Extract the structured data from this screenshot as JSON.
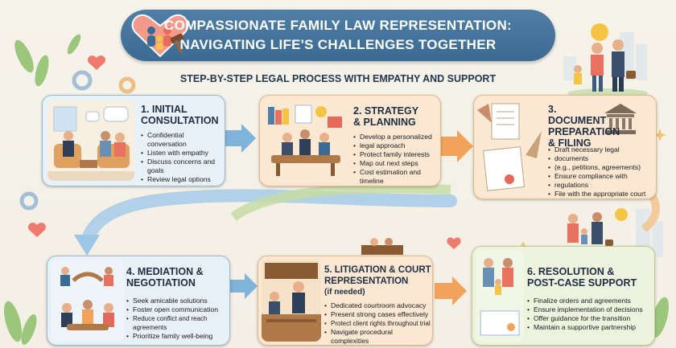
{
  "header": {
    "title_line1": "COMPASSIONATE FAMILY LAW REPRESENTATION:",
    "title_line2": "NAVIGATING LIFE'S CHALLENGES TOGETHER",
    "subtitle": "STEP-BY-STEP LEGAL PROCESS WITH EMPATHY AND SUPPORT"
  },
  "steps": [
    {
      "title_lines": [
        "1. INITIAL",
        "CONSULTATION"
      ],
      "bullets": [
        "Confidential conversation",
        "Listen with empathy",
        "Discuss concerns and goals",
        "Review legal options"
      ]
    },
    {
      "title_lines": [
        "2. STRATEGY",
        "& PLANNING"
      ],
      "bullets": [
        "Develop a personalized",
        "legal approach",
        "Protect family interests",
        "Map out next steps",
        "Cost estimation and timeline"
      ]
    },
    {
      "title_lines": [
        "3. DOCUMENT",
        "PREPARATION",
        "& FILING"
      ],
      "bullets": [
        "Draft necessary legal",
        "documents",
        "(e.g., petitions, agreements)",
        "Ensure compliance with",
        "regulations",
        "File with the appropriate court"
      ]
    },
    {
      "title_lines": [
        "4. MEDIATION &",
        "NEGOTIATION"
      ],
      "bullets": [
        "Seek amicable solutions",
        "Foster open communication",
        "Reduce conflict and reach agreements",
        "Prioritize family well-being"
      ]
    },
    {
      "title_lines": [
        "5. LITIGATION & COURT",
        "REPRESENTATION"
      ],
      "subtitle": "(if needed)",
      "bullets": [
        "Dedicated courtroom advocacy",
        "Present strong cases effectively",
        "Protect client rights throughout trial",
        "Navigate procedural complexities"
      ]
    },
    {
      "title_lines": [
        "6. RESOLUTION &",
        "POST-CASE SUPPORT"
      ],
      "bullets": [
        "Finalize orders and agreements",
        "Ensure implementation of decisions",
        "Offer guidance for the transition",
        "Maintain a supportive partnership"
      ]
    }
  ],
  "colors": {
    "banner": "#3b6a92",
    "arrow_orange": "#f2a35b",
    "arrow_blue": "#7fb3d9",
    "arrow_green": "#a6c97a"
  },
  "icons": [
    "family-heart-icon",
    "gavel-icon",
    "sun-icon",
    "leaf-icon",
    "gear-icon",
    "heart-icon",
    "courthouse-icon",
    "quill-pen-icon"
  ]
}
